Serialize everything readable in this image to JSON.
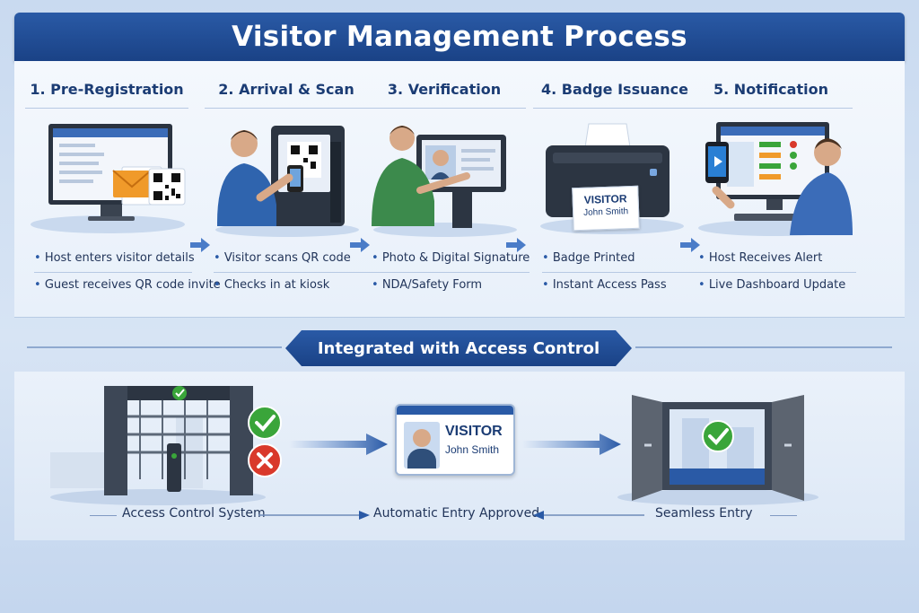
{
  "header": {
    "title": "Visitor Management Process"
  },
  "steps": [
    {
      "title": "1. Pre-Registration",
      "bullets": [
        "Host enters visitor details",
        "Guest receives QR code invite"
      ]
    },
    {
      "title": "2. Arrival & Scan",
      "bullets": [
        "Visitor scans QR code",
        "Checks in at kiosk"
      ]
    },
    {
      "title": "3. Verification",
      "bullets": [
        "Photo & Digital Signature",
        "NDA/Safety Form"
      ]
    },
    {
      "title": "4. Badge Issuance",
      "bullets": [
        "Badge Printed",
        "Instant Access Pass"
      ],
      "badge": {
        "label": "VISITOR",
        "name": "John Smith"
      }
    },
    {
      "title": "5. Notification",
      "bullets": [
        "Host Receives Alert",
        "Live Dashboard Update"
      ]
    }
  ],
  "ribbon": {
    "label": "Integrated with Access Control"
  },
  "access": {
    "gate_caption": "Access Control System",
    "badge": {
      "label": "VISITOR",
      "name": "John Smith"
    },
    "badge_caption": "Automatic Entry Approved",
    "door_caption": "Seamless Entry"
  },
  "colors": {
    "primary": "#1f4c94",
    "accent_green": "#3aa53a",
    "alert_red": "#d9392b",
    "orange": "#f09a2a"
  },
  "icons": [
    "monitor-icon",
    "envelope-icon",
    "qr-code-icon",
    "kiosk-icon",
    "phone-icon",
    "tablet-icon",
    "printer-icon",
    "badge-icon",
    "dashboard-icon",
    "turnstile-icon",
    "check-icon",
    "cross-icon",
    "door-icon",
    "arrow-icon"
  ]
}
